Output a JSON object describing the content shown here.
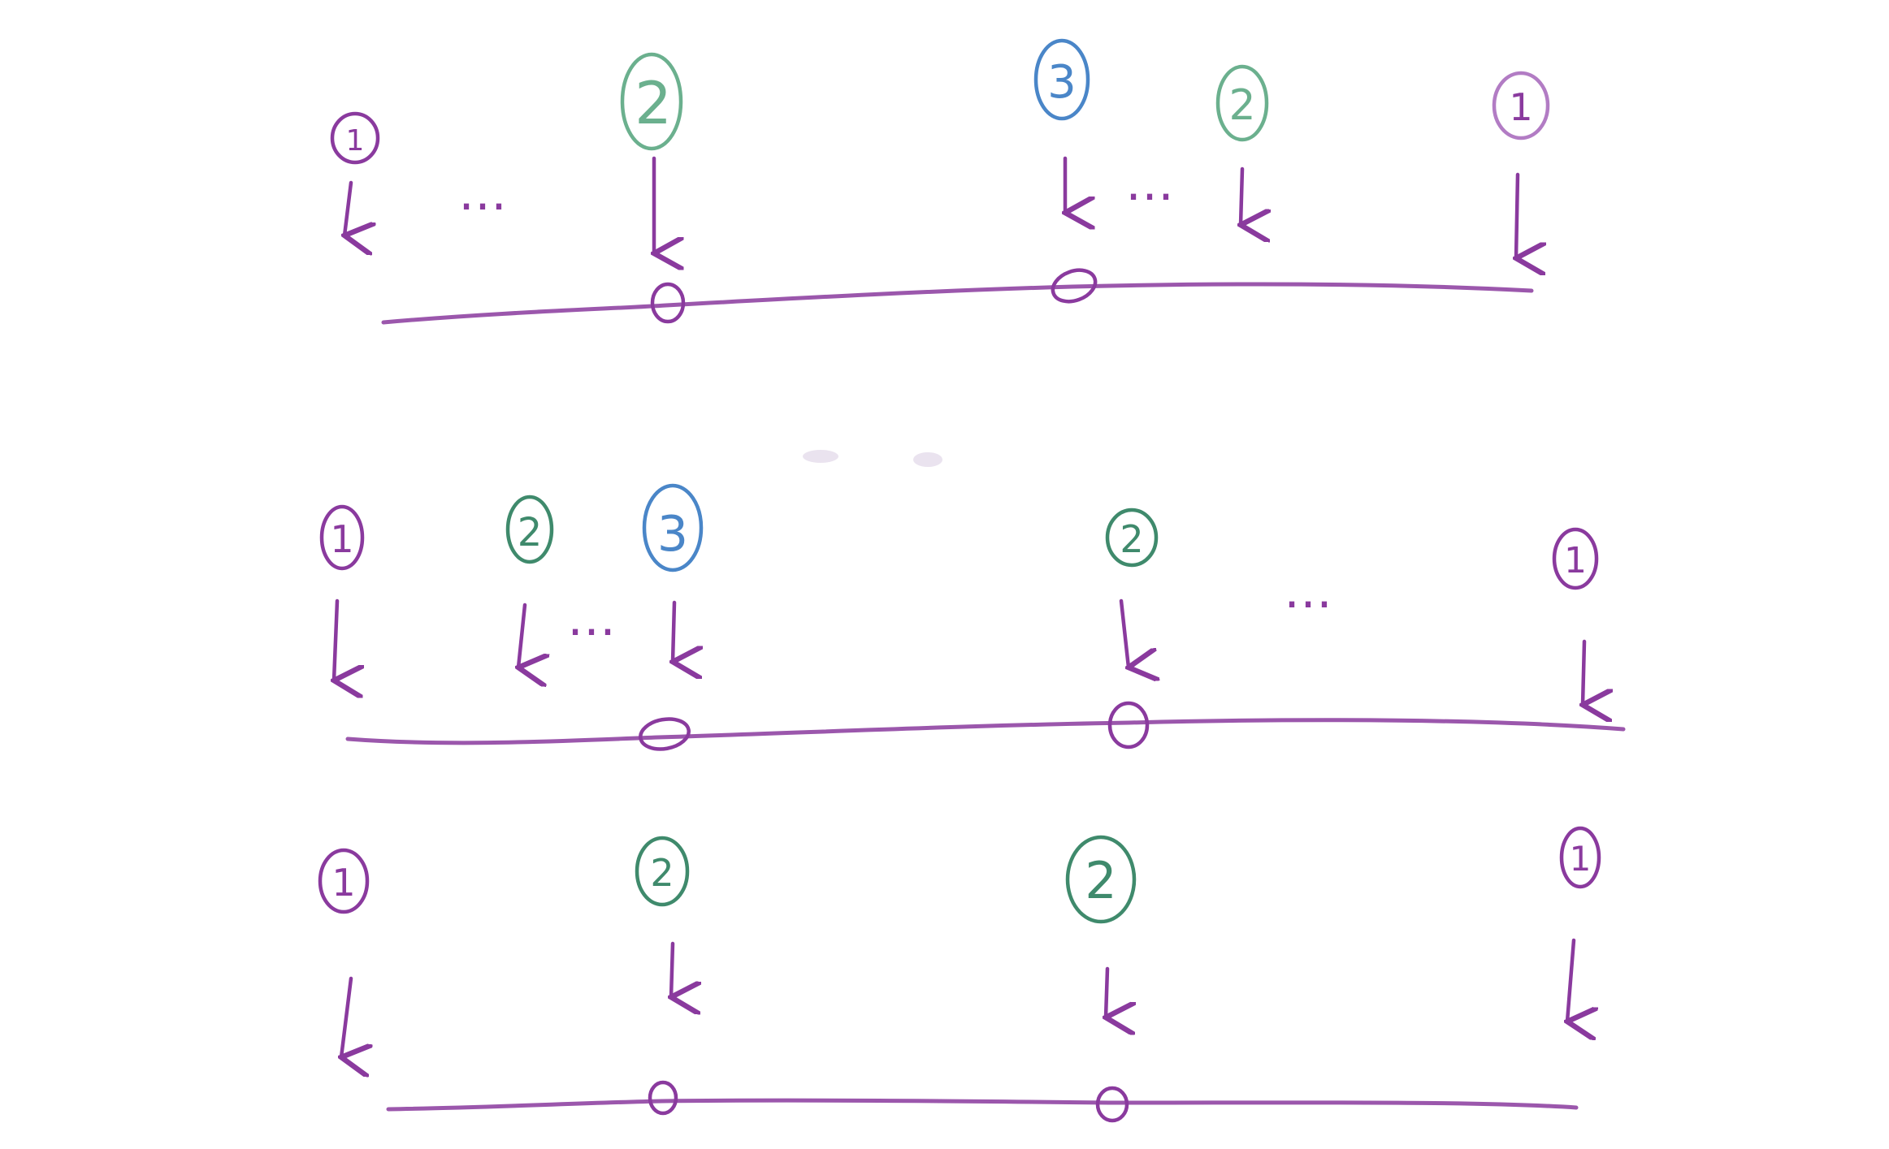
{
  "colors": {
    "purple": "#8a3a9e",
    "purple_light": "#b27cc4",
    "green": "#3f8a6c",
    "green_light": "#6bb08e",
    "blue": "#4a86c8",
    "background": "#ffffff"
  },
  "rows": [
    {
      "markers": [
        {
          "label": "1",
          "color": "purple"
        },
        {
          "label": "2",
          "color": "green_light"
        },
        {
          "label": "3",
          "color": "blue"
        },
        {
          "label": "2",
          "color": "green_light"
        },
        {
          "label": "1",
          "color": "purple"
        }
      ],
      "ellipses": [
        "…",
        "…"
      ],
      "line_dots": 2
    },
    {
      "markers": [
        {
          "label": "1",
          "color": "purple"
        },
        {
          "label": "2",
          "color": "green"
        },
        {
          "label": "3",
          "color": "blue"
        },
        {
          "label": "2",
          "color": "green"
        },
        {
          "label": "1",
          "color": "purple"
        }
      ],
      "ellipses": [
        "…",
        "…"
      ],
      "line_dots": 2
    },
    {
      "markers": [
        {
          "label": "1",
          "color": "purple"
        },
        {
          "label": "2",
          "color": "green"
        },
        {
          "label": "2",
          "color": "green"
        },
        {
          "label": "1",
          "color": "purple"
        }
      ],
      "ellipses": [],
      "line_dots": 2
    }
  ]
}
